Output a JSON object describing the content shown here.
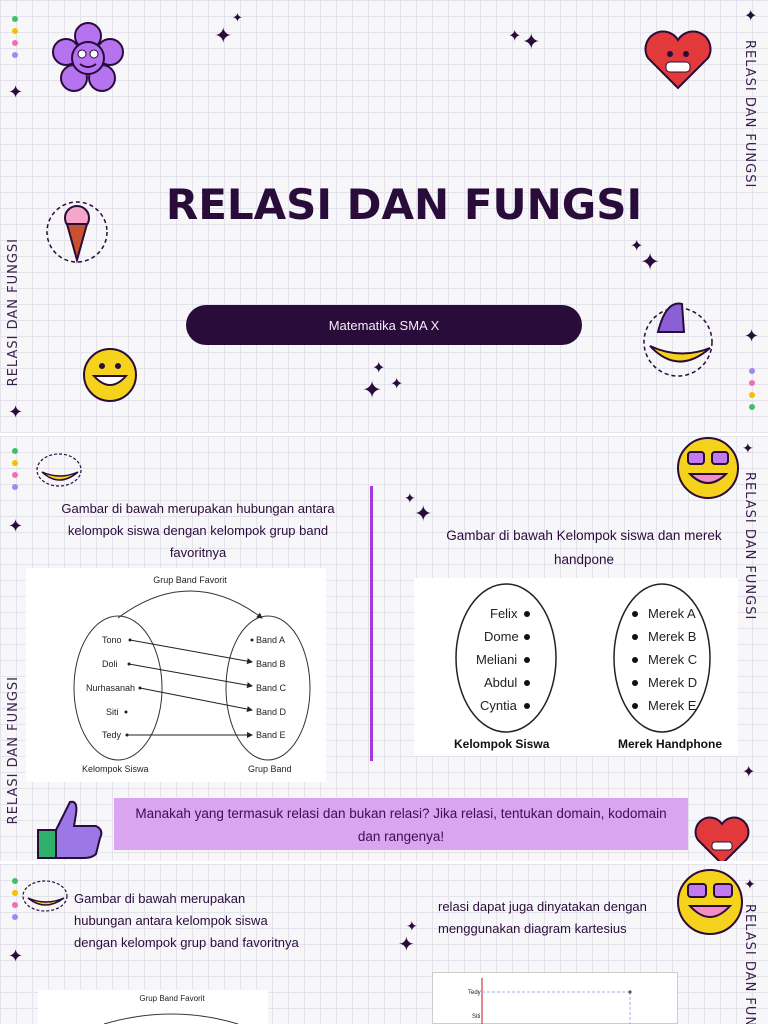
{
  "side_label": "RELASI DAN FUNGSI",
  "slide1": {
    "title": "RELASI DAN FUNGSI",
    "subtitle": "Matematika SMA X"
  },
  "slide2": {
    "left_caption": "Gambar di bawah merupakan hubungan antara kelompok siswa dengan kelompok grup band favoritnya",
    "right_caption": "Gambar di bawah Kelompok siswa dan merek handpone",
    "question": "Manakah yang termasuk relasi dan bukan relasi? Jika relasi, tentukan domain, kodomain dan rangenya!",
    "diagram_band": {
      "top_label": "Grup Band Favorit",
      "domain_label": "Kelompok Siswa",
      "codomain_label": "Grup Band",
      "students": [
        "Tono",
        "Doli",
        "Nurhasanah",
        "Siti",
        "Tedy"
      ],
      "bands": [
        "Band A",
        "Band B",
        "Band C",
        "Band D",
        "Band E"
      ]
    },
    "diagram_phone": {
      "domain_label": "Kelompok Siswa",
      "codomain_label": "Merek Handphone",
      "students": [
        "Felix",
        "Dome",
        "Meliani",
        "Abdul",
        "Cyntia"
      ],
      "brands": [
        "Merek A",
        "Merek B",
        "Merek C",
        "Merek D",
        "Merek E"
      ]
    }
  },
  "slide3": {
    "left_caption": "Gambar di bawah merupakan hubungan antara kelompok siswa dengan kelompok grup band favoritnya",
    "right_caption": "relasi dapat juga dinyatakan dengan menggunakan diagram kartesius",
    "diagram_top_label": "Grup Band Favorit",
    "chart_labels": [
      "Tedy",
      "Siti"
    ]
  },
  "colors": {
    "dark": "#2a0c3b",
    "accent": "#a43bd8",
    "callout": "#d9a4f0"
  }
}
